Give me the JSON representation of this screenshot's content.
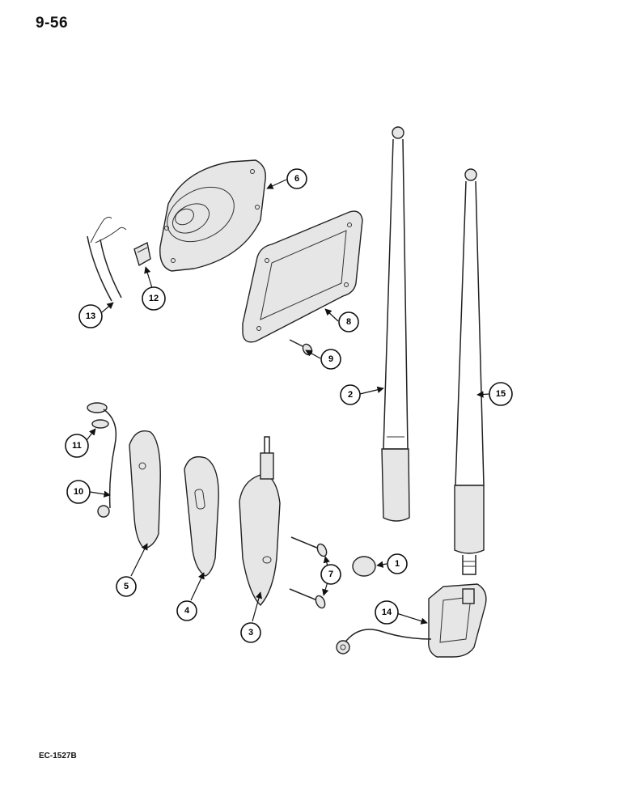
{
  "page": {
    "number": "9-56",
    "code": "EC-1527B"
  },
  "callouts": [
    {
      "key": "c1",
      "label": "1"
    },
    {
      "key": "c2",
      "label": "2"
    },
    {
      "key": "c3",
      "label": "3"
    },
    {
      "key": "c4",
      "label": "4"
    },
    {
      "key": "c5",
      "label": "5"
    },
    {
      "key": "c6",
      "label": "6"
    },
    {
      "key": "c7",
      "label": "7"
    },
    {
      "key": "c8",
      "label": "8"
    },
    {
      "key": "c9",
      "label": "9"
    },
    {
      "key": "c10",
      "label": "10"
    },
    {
      "key": "c11",
      "label": "11"
    },
    {
      "key": "c12",
      "label": "12"
    },
    {
      "key": "c13",
      "label": "13"
    },
    {
      "key": "c14",
      "label": "14"
    },
    {
      "key": "c15",
      "label": "15"
    }
  ]
}
